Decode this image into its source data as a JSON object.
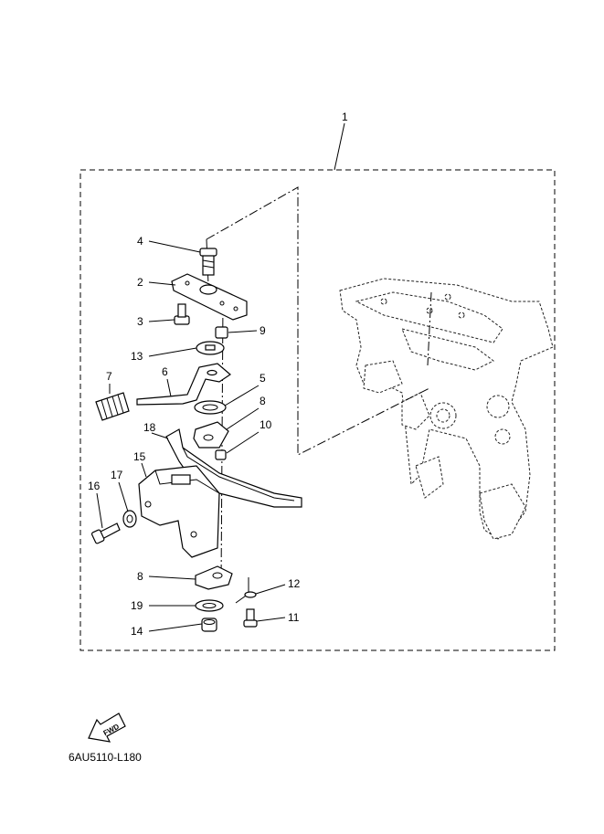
{
  "diagram_code": "6AU5110-L180",
  "fwd_label": "FWD",
  "callouts": {
    "c1": "1",
    "c2": "2",
    "c3": "3",
    "c4": "4",
    "c5": "5",
    "c6": "6",
    "c7": "7",
    "c8a": "8",
    "c8b": "8",
    "c9": "9",
    "c10": "10",
    "c11": "11",
    "c12": "12",
    "c13": "13",
    "c14": "14",
    "c15": "15",
    "c16": "16",
    "c17": "17",
    "c18": "18",
    "c19": "19"
  }
}
